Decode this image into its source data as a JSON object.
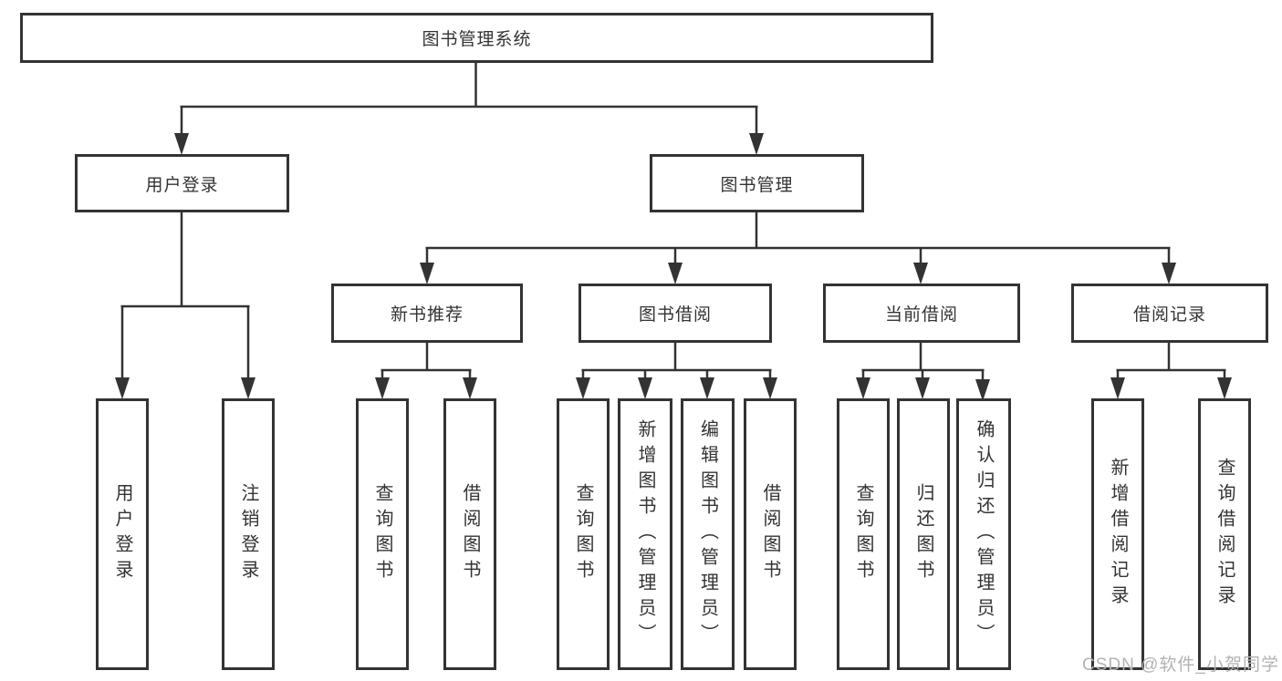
{
  "tree": {
    "root": {
      "label": "图书管理系统"
    },
    "branches": [
      {
        "label": "用户登录",
        "children": [
          {
            "label": "用户登录"
          },
          {
            "label": "注销登录"
          }
        ]
      },
      {
        "label": "图书管理",
        "children": [
          {
            "label": "新书推荐",
            "children": [
              {
                "label": "查询图书"
              },
              {
                "label": "借阅图书"
              }
            ]
          },
          {
            "label": "图书借阅",
            "children": [
              {
                "label": "查询图书"
              },
              {
                "label": "新增图书（管理员）"
              },
              {
                "label": "编辑图书（管理员）"
              },
              {
                "label": "借阅图书"
              }
            ]
          },
          {
            "label": "当前借阅",
            "children": [
              {
                "label": "查询图书"
              },
              {
                "label": "归还图书"
              },
              {
                "label": "确认归还（管理员）"
              }
            ]
          },
          {
            "label": "借阅记录",
            "children": [
              {
                "label": "新增借阅记录"
              },
              {
                "label": "查询借阅记录"
              }
            ]
          }
        ]
      }
    ]
  },
  "watermark": {
    "text": "CSDN @软件_小贺同学"
  },
  "colors": {
    "line": "#333333",
    "box_border": "#333333",
    "box_background": "#ffffff",
    "text": "#333333",
    "watermark": "#b3b3b3"
  }
}
